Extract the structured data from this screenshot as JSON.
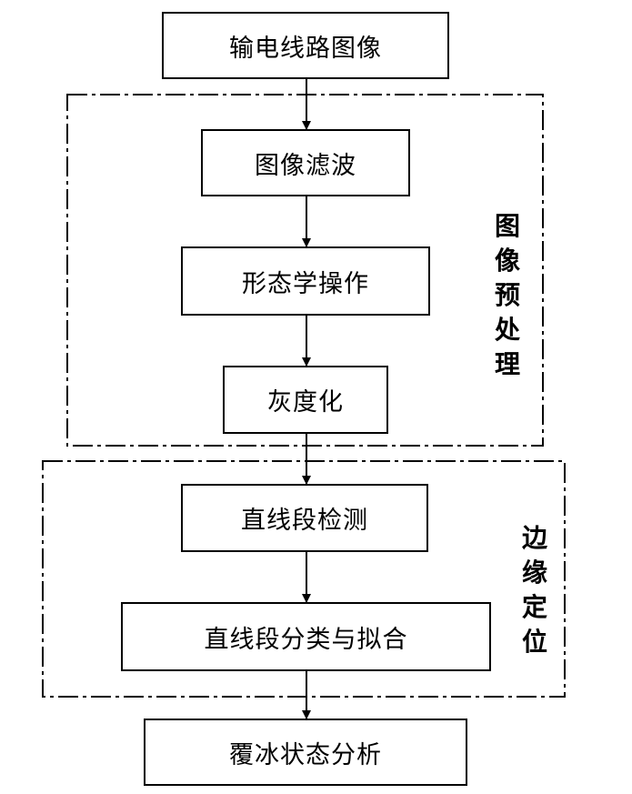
{
  "nodes": {
    "input": "输电线路图像",
    "filter": "图像滤波",
    "morph": "形态学操作",
    "gray": "灰度化",
    "line_detect": "直线段检测",
    "classify_fit": "直线段分类与拟合",
    "analysis": "覆冰状态分析"
  },
  "groups": {
    "preprocess": [
      "图",
      "像",
      "预",
      "处",
      "理"
    ],
    "edge_locate": [
      "边",
      "缘",
      "定",
      "位"
    ]
  }
}
